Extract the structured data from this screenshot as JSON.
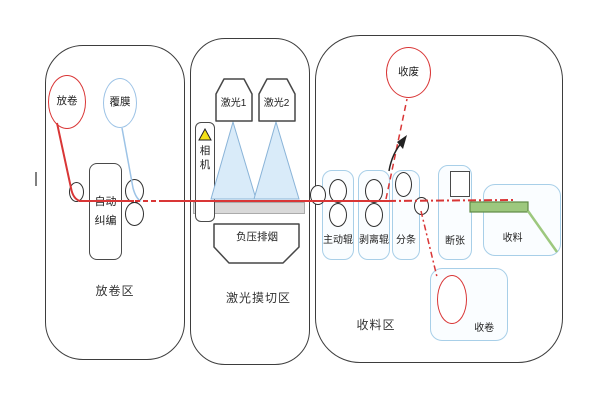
{
  "colors": {
    "red": "#d93636",
    "lightblue": "#9dc3e6",
    "boxblue": "#a8cfe8",
    "boxfill": "#fafdff",
    "beamfill": "#d9ebf9",
    "beamstroke": "#8ab4d8",
    "platform": "#d9d9d9",
    "green": "#9dc87e",
    "greenedge": "#5f8a45",
    "yellow": "#f5e214",
    "outline": "#3d3d3d",
    "text": "#222222"
  },
  "zones": {
    "unwind": {
      "label": "放卷区",
      "unwind_roll": "放卷",
      "laminate": "覆膜",
      "auto_correct": "自动纠编"
    },
    "laser": {
      "label": "激光摸切区",
      "laser1": "激光1",
      "laser2": "激光2",
      "camera": "相机",
      "exhaust": "负压排烟"
    },
    "collect": {
      "label": "收料区",
      "waste": "收废",
      "drive_roller": "主动辊",
      "peel_roller": "剥离辊",
      "slitting": "分条",
      "sheet_break": "断张",
      "collect_material": "收料",
      "rewind": "收卷"
    }
  }
}
